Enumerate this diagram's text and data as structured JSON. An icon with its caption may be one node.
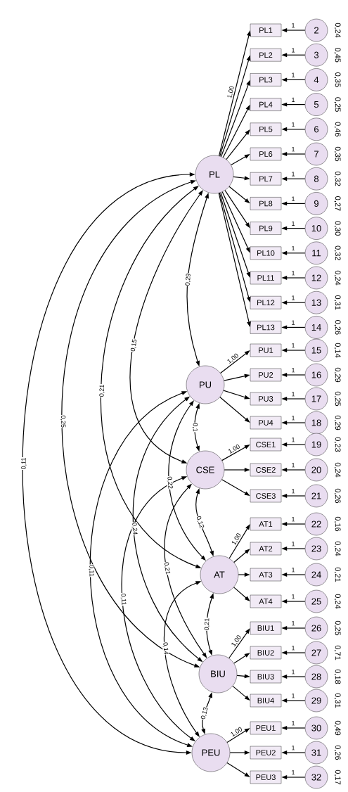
{
  "diagram": {
    "nodes": [
      {
        "text": [
          "PL"
        ]
      },
      {
        "text": [
          "PU"
        ]
      },
      {
        "text": [
          "CSE"
        ]
      },
      {
        "text": [
          "AT"
        ]
      },
      {
        "text": [
          "BIU"
        ]
      },
      {
        "text": [
          "PEU"
        ]
      },
      {
        "text": [
          "PL1"
        ]
      },
      {
        "text": [
          "PL2"
        ]
      },
      {
        "text": [
          "PL3"
        ]
      },
      {
        "text": [
          "PL4"
        ]
      },
      {
        "text": [
          "PL5"
        ]
      },
      {
        "text": [
          "PL6"
        ]
      },
      {
        "text": [
          "PL7"
        ]
      },
      {
        "text": [
          "PL8"
        ]
      },
      {
        "text": [
          "PL9"
        ]
      },
      {
        "text": [
          "PL10"
        ]
      },
      {
        "text": [
          "PL11"
        ]
      },
      {
        "text": [
          "PL12"
        ]
      },
      {
        "text": [
          "PL13"
        ]
      },
      {
        "text": [
          "PU1"
        ]
      },
      {
        "text": [
          "PU2"
        ]
      },
      {
        "text": [
          "PU3"
        ]
      },
      {
        "text": [
          "PU4"
        ]
      },
      {
        "text": [
          "CSE1"
        ]
      },
      {
        "text": [
          "CSE2"
        ]
      },
      {
        "text": [
          "CSE3"
        ]
      },
      {
        "text": [
          "AT1"
        ]
      },
      {
        "text": [
          "AT2"
        ]
      },
      {
        "text": [
          "AT3"
        ]
      },
      {
        "text": [
          "AT4"
        ]
      },
      {
        "text": [
          "BIU1"
        ]
      },
      {
        "text": [
          "BIU2"
        ]
      },
      {
        "text": [
          "BIU3"
        ]
      },
      {
        "text": [
          "BIU4"
        ]
      },
      {
        "text": [
          "PEU1"
        ]
      },
      {
        "text": [
          "PEU2"
        ]
      },
      {
        "text": [
          "PEU3"
        ]
      },
      {
        "text": [
          "2"
        ],
        "beside": [
          "0,24"
        ]
      },
      {
        "text": [
          "3"
        ],
        "beside": [
          "0,45"
        ]
      },
      {
        "text": [
          "4"
        ],
        "beside": [
          "0,35"
        ]
      },
      {
        "text": [
          "5"
        ],
        "beside": [
          "0,25"
        ]
      },
      {
        "text": [
          "6"
        ],
        "beside": [
          "0,46"
        ]
      },
      {
        "text": [
          "7"
        ],
        "beside": [
          "0,35"
        ]
      },
      {
        "text": [
          "8"
        ],
        "beside": [
          "0,32"
        ]
      },
      {
        "text": [
          "9"
        ],
        "beside": [
          "0,27"
        ]
      },
      {
        "text": [
          "10"
        ],
        "beside": [
          "0,30"
        ]
      },
      {
        "text": [
          "11"
        ],
        "beside": [
          "0,32"
        ]
      },
      {
        "text": [
          "12"
        ],
        "beside": [
          "0,24"
        ]
      },
      {
        "text": [
          "13"
        ],
        "beside": [
          "0,31"
        ]
      },
      {
        "text": [
          "14"
        ],
        "beside": [
          "0,26"
        ]
      },
      {
        "text": [
          "15"
        ],
        "beside": [
          "0,14"
        ]
      },
      {
        "text": [
          "16"
        ],
        "beside": [
          "0,29"
        ]
      },
      {
        "text": [
          "17"
        ],
        "beside": [
          "0,25"
        ]
      },
      {
        "text": [
          "18"
        ],
        "beside": [
          "0,29"
        ]
      },
      {
        "text": [
          "19"
        ],
        "beside": [
          "0,23"
        ]
      },
      {
        "text": [
          "20"
        ],
        "beside": [
          "0,24"
        ]
      },
      {
        "text": [
          "21"
        ],
        "beside": [
          "0,26"
        ]
      },
      {
        "text": [
          "22"
        ],
        "beside": [
          "0,16"
        ]
      },
      {
        "text": [
          "23"
        ],
        "beside": [
          "0,24"
        ]
      },
      {
        "text": [
          "24"
        ],
        "beside": [
          "0,21"
        ]
      },
      {
        "text": [
          "25"
        ],
        "beside": [
          "0,24"
        ]
      },
      {
        "text": [
          "26"
        ],
        "beside": [
          "0,25"
        ]
      },
      {
        "text": [
          "27"
        ],
        "beside": [
          "0,71"
        ]
      },
      {
        "text": [
          "28"
        ],
        "beside": [
          "0,18"
        ]
      },
      {
        "text": [
          "29"
        ],
        "beside": [
          "0,31"
        ]
      },
      {
        "text": [
          "30"
        ],
        "beside": [
          "0,49"
        ]
      },
      {
        "text": [
          "31"
        ],
        "beside": [
          "0,26"
        ]
      },
      {
        "text": [
          "32"
        ],
        "beside": [
          "0,17"
        ]
      }
    ],
    "edges": [
      {
        "from": 0,
        "to": 1,
        "arrow": "both",
        "label": "0,29"
      },
      {
        "from": 0,
        "to": 2,
        "arrow": "both",
        "label": "0,15"
      },
      {
        "from": 0,
        "to": 3,
        "arrow": "both",
        "label": "0,21"
      },
      {
        "from": 0,
        "to": 4,
        "arrow": "both",
        "label": "0,25"
      },
      {
        "from": 0,
        "to": 5,
        "arrow": "both",
        "label": "0,11"
      },
      {
        "from": 1,
        "to": 2,
        "arrow": "both",
        "label": "0,1"
      },
      {
        "from": 1,
        "to": 3,
        "arrow": "both",
        "label": "0,22"
      },
      {
        "from": 1,
        "to": 4,
        "arrow": "both",
        "label": "0,24"
      },
      {
        "from": 1,
        "to": 5,
        "arrow": "both",
        "label": "0,11"
      },
      {
        "from": 2,
        "to": 3,
        "arrow": "both",
        "label": "0,12"
      },
      {
        "from": 2,
        "to": 4,
        "arrow": "both",
        "label": "0,21"
      },
      {
        "from": 2,
        "to": 5,
        "arrow": "both",
        "label": "0,11"
      },
      {
        "from": 3,
        "to": 4,
        "arrow": "both",
        "label": "0,21"
      },
      {
        "from": 3,
        "to": 5,
        "arrow": "both",
        "label": "0,14"
      },
      {
        "from": 4,
        "to": 5,
        "arrow": "both",
        "label": "0,13"
      },
      {
        "from": 0,
        "to": 6,
        "arrow": "to",
        "label": "1,00"
      },
      {
        "from": 0,
        "to": 7,
        "arrow": "to"
      },
      {
        "from": 0,
        "to": 8,
        "arrow": "to"
      },
      {
        "from": 0,
        "to": 9,
        "arrow": "to"
      },
      {
        "from": 0,
        "to": 10,
        "arrow": "to"
      },
      {
        "from": 0,
        "to": 11,
        "arrow": "to"
      },
      {
        "from": 0,
        "to": 12,
        "arrow": "to"
      },
      {
        "from": 0,
        "to": 13,
        "arrow": "to"
      },
      {
        "from": 0,
        "to": 14,
        "arrow": "to"
      },
      {
        "from": 0,
        "to": 15,
        "arrow": "to"
      },
      {
        "from": 0,
        "to": 16,
        "arrow": "to"
      },
      {
        "from": 0,
        "to": 17,
        "arrow": "to"
      },
      {
        "from": 0,
        "to": 18,
        "arrow": "to"
      },
      {
        "from": 1,
        "to": 19,
        "arrow": "to",
        "label": "1,00"
      },
      {
        "from": 1,
        "to": 20,
        "arrow": "to"
      },
      {
        "from": 1,
        "to": 21,
        "arrow": "to"
      },
      {
        "from": 1,
        "to": 22,
        "arrow": "to"
      },
      {
        "from": 2,
        "to": 23,
        "arrow": "to",
        "label": "1,00"
      },
      {
        "from": 2,
        "to": 24,
        "arrow": "to"
      },
      {
        "from": 2,
        "to": 25,
        "arrow": "to"
      },
      {
        "from": 3,
        "to": 26,
        "arrow": "to",
        "label": "1,00"
      },
      {
        "from": 3,
        "to": 27,
        "arrow": "to"
      },
      {
        "from": 3,
        "to": 28,
        "arrow": "to"
      },
      {
        "from": 3,
        "to": 29,
        "arrow": "to"
      },
      {
        "from": 4,
        "to": 30,
        "arrow": "to",
        "label": "1,00"
      },
      {
        "from": 4,
        "to": 31,
        "arrow": "to"
      },
      {
        "from": 4,
        "to": 32,
        "arrow": "to"
      },
      {
        "from": 4,
        "to": 33,
        "arrow": "to"
      },
      {
        "from": 5,
        "to": 34,
        "arrow": "to",
        "label": "1,00"
      },
      {
        "from": 5,
        "to": 35,
        "arrow": "to"
      },
      {
        "from": 5,
        "to": 36,
        "arrow": "to"
      },
      {
        "from": 37,
        "to": 6,
        "arrow": "to",
        "label": "1"
      },
      {
        "from": 38,
        "to": 7,
        "arrow": "to",
        "label": "1"
      },
      {
        "from": 39,
        "to": 8,
        "arrow": "to",
        "label": "1"
      },
      {
        "from": 40,
        "to": 9,
        "arrow": "to",
        "label": "1"
      },
      {
        "from": 41,
        "to": 10,
        "arrow": "to",
        "label": "1"
      },
      {
        "from": 42,
        "to": 11,
        "arrow": "to",
        "label": "1"
      },
      {
        "from": 43,
        "to": 12,
        "arrow": "to",
        "label": "1"
      },
      {
        "from": 44,
        "to": 13,
        "arrow": "to",
        "label": "1"
      },
      {
        "from": 45,
        "to": 14,
        "arrow": "to",
        "label": "1"
      },
      {
        "from": 46,
        "to": 15,
        "arrow": "to",
        "label": "1"
      },
      {
        "from": 47,
        "to": 16,
        "arrow": "to",
        "label": "1"
      },
      {
        "from": 48,
        "to": 17,
        "arrow": "to",
        "label": "1"
      },
      {
        "from": 49,
        "to": 18,
        "arrow": "to",
        "label": "1"
      },
      {
        "from": 50,
        "to": 19,
        "arrow": "to",
        "label": "1"
      },
      {
        "from": 51,
        "to": 20,
        "arrow": "to",
        "label": "1"
      },
      {
        "from": 52,
        "to": 21,
        "arrow": "to",
        "label": "1"
      },
      {
        "from": 53,
        "to": 22,
        "arrow": "to",
        "label": "1"
      },
      {
        "from": 54,
        "to": 23,
        "arrow": "to",
        "label": "1"
      },
      {
        "from": 55,
        "to": 24,
        "arrow": "to",
        "label": "1"
      },
      {
        "from": 56,
        "to": 25,
        "arrow": "to",
        "label": "1"
      },
      {
        "from": 57,
        "to": 26,
        "arrow": "to",
        "label": "1"
      },
      {
        "from": 58,
        "to": 27,
        "arrow": "to",
        "label": "1"
      },
      {
        "from": 59,
        "to": 28,
        "arrow": "to",
        "label": "1"
      },
      {
        "from": 60,
        "to": 29,
        "arrow": "to",
        "label": "1"
      },
      {
        "from": 61,
        "to": 30,
        "arrow": "to",
        "label": "1"
      },
      {
        "from": 62,
        "to": 31,
        "arrow": "to",
        "label": "1"
      },
      {
        "from": 63,
        "to": 32,
        "arrow": "to",
        "label": "1"
      },
      {
        "from": 64,
        "to": 33,
        "arrow": "to",
        "label": "1"
      },
      {
        "from": 65,
        "to": 34,
        "arrow": "to",
        "label": "1"
      },
      {
        "from": 66,
        "to": 35,
        "arrow": "to",
        "label": "1"
      },
      {
        "from": 67,
        "to": 36,
        "arrow": "to",
        "label": "1"
      }
    ]
  }
}
